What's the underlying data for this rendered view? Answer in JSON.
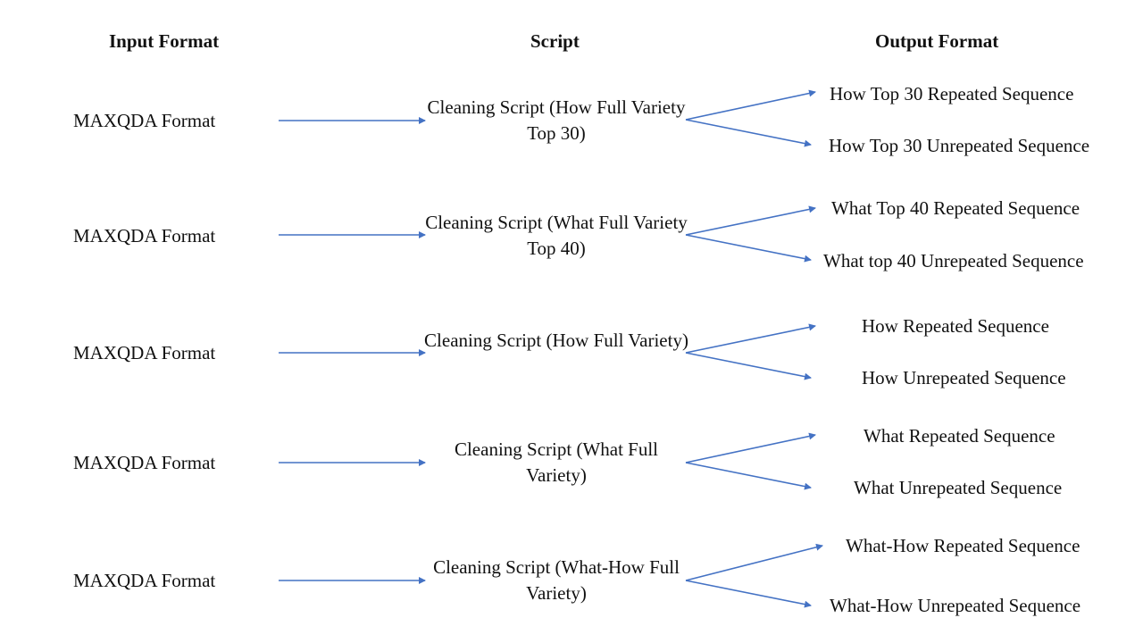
{
  "headers": {
    "input": "Input Format",
    "script": "Script",
    "output": "Output Format"
  },
  "colors": {
    "arrow": "#4472C4",
    "text": "#111111",
    "background": "#ffffff"
  },
  "rows": [
    {
      "input": "MAXQDA Format",
      "script": "Cleaning Script (How Full Variety Top 30)",
      "outputs": [
        "How Top 30 Repeated Sequence",
        "How Top 30 Unrepeated Sequence"
      ]
    },
    {
      "input": "MAXQDA Format",
      "script": "Cleaning Script (What Full Variety Top 40)",
      "outputs": [
        "What Top 40 Repeated Sequence",
        "What top 40 Unrepeated Sequence"
      ]
    },
    {
      "input": "MAXQDA Format",
      "script": "Cleaning Script (How Full Variety)",
      "outputs": [
        "How Repeated Sequence",
        "How Unrepeated Sequence"
      ]
    },
    {
      "input": "MAXQDA Format",
      "script": "Cleaning Script (What Full Variety)",
      "outputs": [
        "What Repeated Sequence",
        "What Unrepeated Sequence"
      ]
    },
    {
      "input": "MAXQDA Format",
      "script": "Cleaning Script (What-How Full Variety)",
      "outputs": [
        "What-How Repeated Sequence",
        "What-How Unrepeated Sequence"
      ]
    }
  ]
}
